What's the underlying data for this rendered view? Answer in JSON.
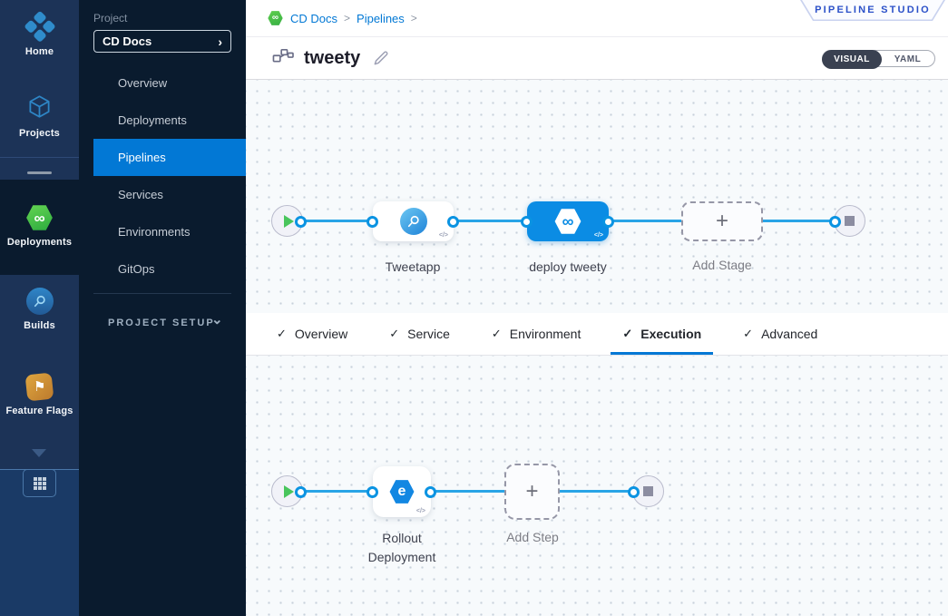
{
  "colors": {
    "accent_blue": "#0278d5",
    "connector_blue": "#29a4e6",
    "selected_node_blue": "#0b8ce4",
    "cd_green": "#42ba57",
    "rail_navy": "#1c3357",
    "panel_dark": "#0a1b2e",
    "studio_text_blue": "#2b50c8"
  },
  "glyphs": {
    "infinity": "∞",
    "flag": "⚑",
    "plus": "+",
    "code": "</>",
    "check": "✓",
    "select_chevron": "›",
    "setup_chevron": "⌄",
    "breadcrumb_sep": ">"
  },
  "rail": {
    "modules": [
      {
        "label": "Home"
      },
      {
        "label": "Projects"
      },
      {
        "label": "Deployments",
        "active": true
      },
      {
        "label": "Builds"
      },
      {
        "label": "Feature Flags"
      }
    ]
  },
  "sidebar": {
    "project_label": "Project",
    "project_name": "CD Docs",
    "items": [
      {
        "label": "Overview"
      },
      {
        "label": "Deployments"
      },
      {
        "label": "Pipelines",
        "active": true
      },
      {
        "label": "Services"
      },
      {
        "label": "Environments"
      },
      {
        "label": "GitOps"
      }
    ],
    "setup_label": "PROJECT SETUP"
  },
  "header": {
    "breadcrumb": {
      "crumb1": "CD Docs",
      "crumb2": "Pipelines"
    },
    "studio_badge": "PIPELINE STUDIO",
    "pipeline_name": "tweety",
    "toggle": {
      "visual": "VISUAL",
      "yaml": "YAML",
      "selected": "VISUAL"
    }
  },
  "stage_canvas": {
    "stages": [
      {
        "label": "Tweetapp",
        "type": "build"
      },
      {
        "label": "deploy tweety",
        "type": "deploy",
        "selected": true
      }
    ],
    "add_label": "Add Stage"
  },
  "tabs": {
    "items": [
      {
        "label": "Overview",
        "checked": true
      },
      {
        "label": "Service",
        "checked": true
      },
      {
        "label": "Environment",
        "checked": true
      },
      {
        "label": "Execution",
        "checked": true,
        "active": true
      },
      {
        "label": "Advanced",
        "checked": true
      }
    ]
  },
  "execution_canvas": {
    "steps": [
      {
        "label": "Rollout Deployment"
      }
    ],
    "add_label": "Add Step"
  }
}
